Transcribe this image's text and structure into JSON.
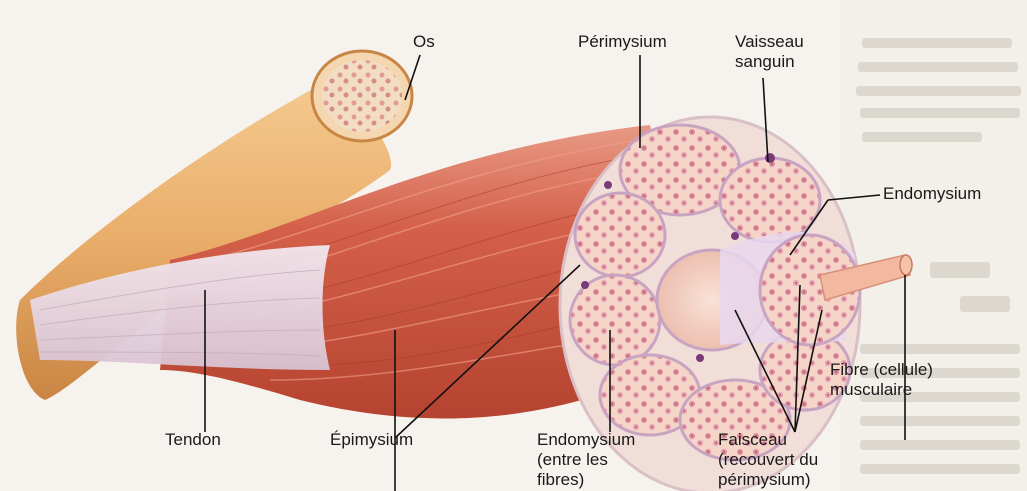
{
  "labels": {
    "os": "Os",
    "perimysium": "Périmysium",
    "vaisseau": [
      "Vaisseau",
      "sanguin"
    ],
    "endomysium_right": "Endomysium",
    "fibre": [
      "Fibre (cellule)",
      "musculaire"
    ],
    "tendon": "Tendon",
    "epimysium": "Épimysium",
    "endomysium_bottom": [
      "Endomysium",
      "(entre les",
      "fibres)"
    ],
    "faisceau": [
      "Faisceau",
      "(recouvert du",
      "périmysium)"
    ]
  },
  "colors": {
    "bone": "#e9ad69",
    "muscle": "#c9543f",
    "muscle_light": "#e27d66",
    "tendon": "#eadbe5",
    "fascicle": "#f4d5c8",
    "vessel": "#7a3a7a"
  }
}
